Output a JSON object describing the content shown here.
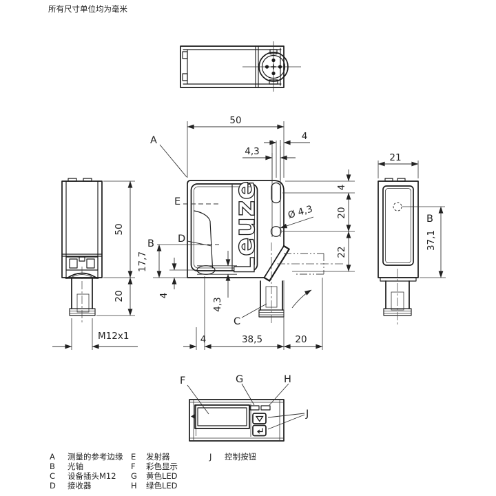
{
  "page": {
    "note": "所有尺寸单位均为毫米"
  },
  "views": {
    "front": {
      "logo": "Leuze",
      "labels": {
        "a": "A",
        "b": "B",
        "c": "C",
        "d": "D",
        "e": "E"
      },
      "dims": {
        "width": "50",
        "slot_offset": "4",
        "slot_width": "4,3",
        "hole_dia": "Ø 4,3",
        "chain_top": "4",
        "chain_mid": "20",
        "chain_bottom": "22",
        "axis_height": "17,7",
        "hole_bottom_offset": "4",
        "slot_height": "4,3",
        "bottom_left": "4",
        "bottom_mid": "38,5",
        "bottom_right": "20"
      }
    },
    "left": {
      "dims": {
        "height": "50",
        "connector_length": "20",
        "thread": "M12x1"
      }
    },
    "side": {
      "labels": {
        "b": "B"
      },
      "dims": {
        "width": "21",
        "axis_height": "37,1"
      }
    },
    "display": {
      "labels": {
        "f": "F",
        "g": "G",
        "h": "H",
        "j": "J"
      }
    }
  },
  "legend": {
    "rows": [
      {
        "key": "A",
        "text": "测量的参考边缘"
      },
      {
        "key": "B",
        "text": "光轴"
      },
      {
        "key": "C",
        "text": "设备插头M12"
      },
      {
        "key": "D",
        "text": "接收器"
      },
      {
        "key": "E",
        "text": "发射器"
      },
      {
        "key": "F",
        "text": "彩色显示"
      },
      {
        "key": "G",
        "text": "黄色LED"
      },
      {
        "key": "H",
        "text": "绿色LED"
      },
      {
        "key": "J",
        "text": "控制按钮"
      }
    ]
  }
}
